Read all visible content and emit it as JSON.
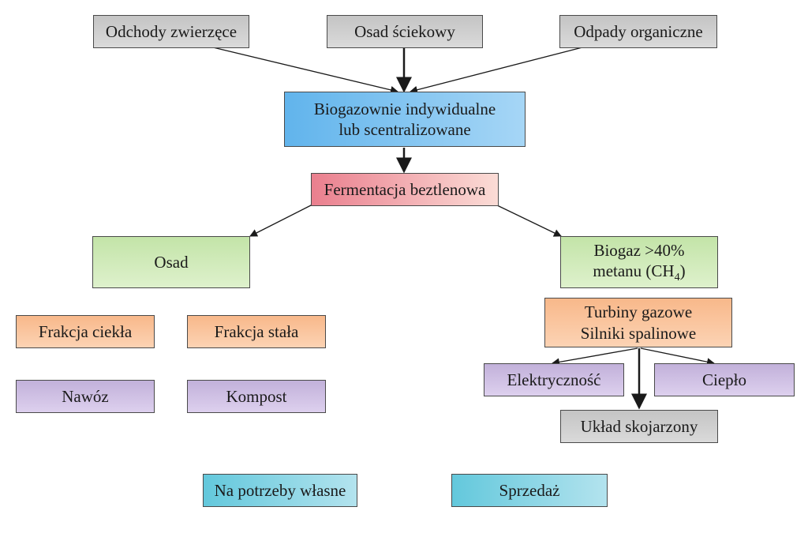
{
  "nodes": {
    "animal_waste": "Odchody zwierzęce",
    "sewage_sludge": "Osad ściekowy",
    "organic_waste": "Odpady organiczne",
    "biogas_plants": [
      "Biogazownie indywidualne",
      "lub scentralizowane"
    ],
    "anaerobic_fermentation": "Fermentacja beztlenowa",
    "sludge": "Osad",
    "biogas": [
      "Biogaz >40%",
      "metanu (CH",
      "4",
      ")"
    ],
    "liquid_fraction": "Frakcja ciekła",
    "solid_fraction": "Frakcja stała",
    "turbines_engines": [
      "Turbiny gazowe",
      "Silniki spalinowe"
    ],
    "fertilizer": "Nawóz",
    "compost": "Kompost",
    "electricity": "Elektryczność",
    "heat": "Ciepło",
    "cogeneration": "Układ skojarzony",
    "own_needs": "Na potrzeby własne",
    "sale": "Sprzedaż"
  }
}
